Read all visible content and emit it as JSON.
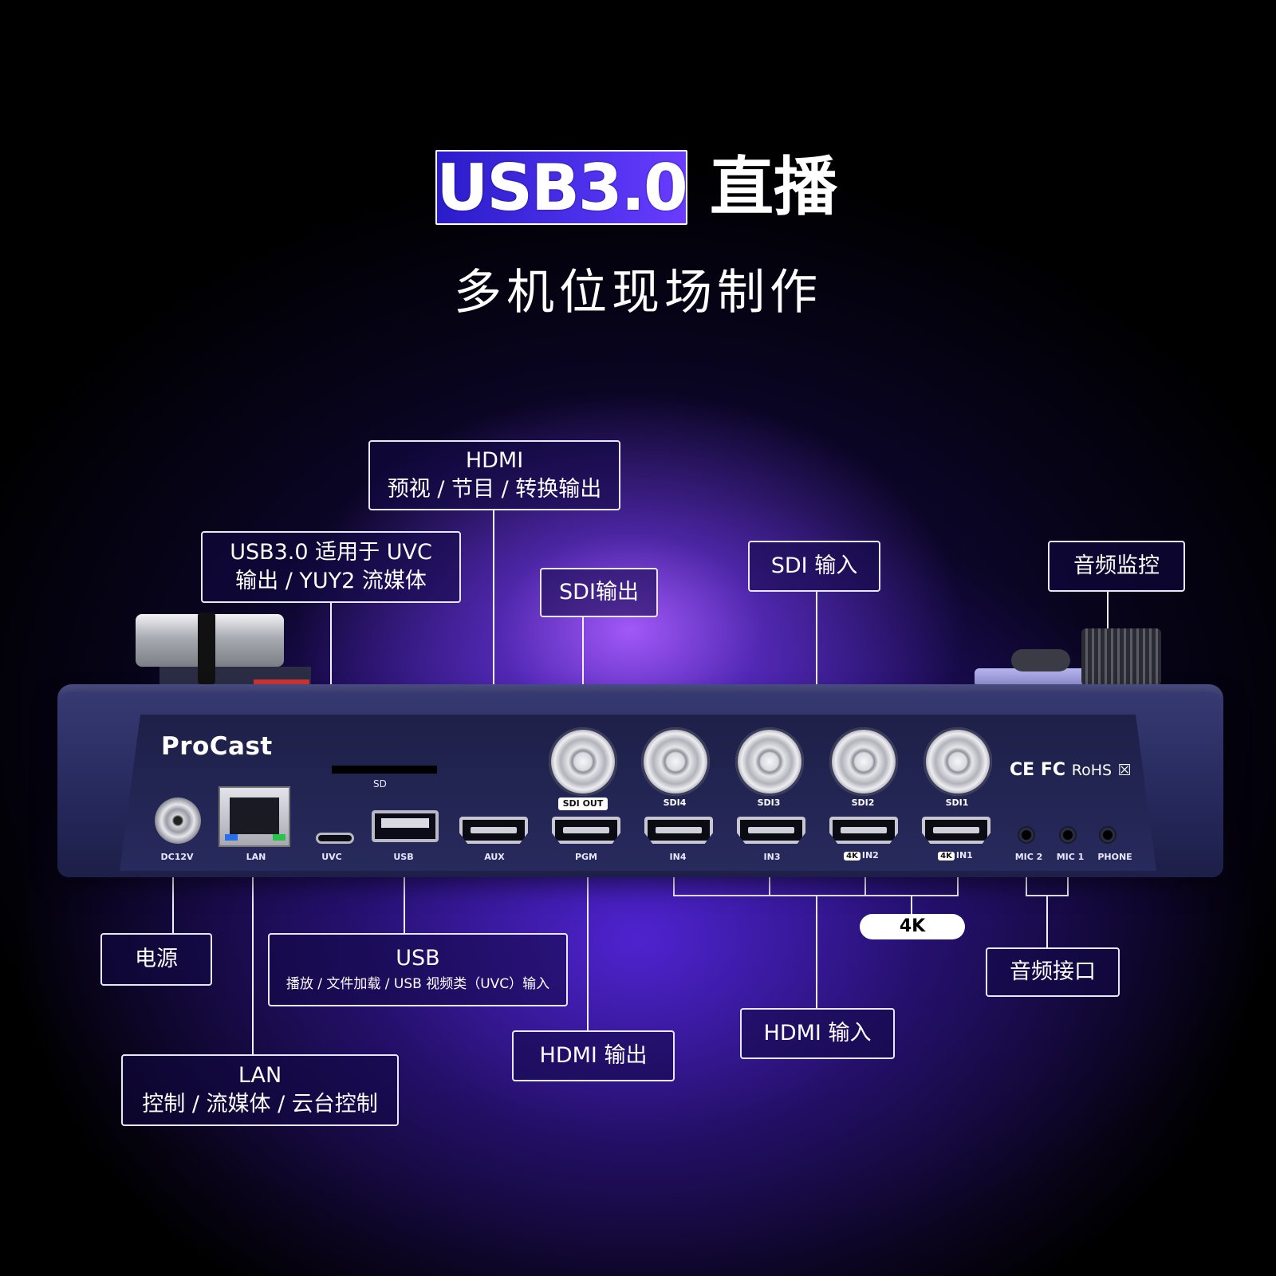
{
  "heading": {
    "badge": "USB3.0",
    "title": "直播",
    "subtitle": "多机位现场制作"
  },
  "device": {
    "brand": "ProCast",
    "sd_label": "SD",
    "certifications": {
      "ce": "CE",
      "fc": "FC",
      "rohs": "RoHS",
      "weee": "☒"
    },
    "ports": {
      "dc": "DC12V",
      "lan": "LAN",
      "uvc": "UVC",
      "usb": "USB",
      "aux": "AUX",
      "pgm": "PGM",
      "in4": "IN4",
      "in3": "IN3",
      "in2": "IN2",
      "in1": "IN1",
      "badge_4k": "4K",
      "mic2": "MIC 2",
      "mic1": "MIC 1",
      "phone": "PHONE",
      "sdi_out": "SDI OUT",
      "sdi4": "SDI4",
      "sdi3": "SDI3",
      "sdi2": "SDI2",
      "sdi1": "SDI1"
    }
  },
  "labels": {
    "hdmi_preview": {
      "line1": "HDMI",
      "line2": "预视 / 节目 / 转换输出"
    },
    "usb30": {
      "line1": "USB3.0 适用于 UVC",
      "line2": "输出 / YUY2 流媒体"
    },
    "sdi_output": "SDI输出",
    "sdi_input": "SDI 输入",
    "audio_monitor": "音频监控",
    "power": "电源",
    "usb": {
      "line1": "USB",
      "line2": "播放 / 文件加载 / USB 视频类（UVC）输入"
    },
    "lan": {
      "line1": "LAN",
      "line2": "控制 / 流媒体 / 云台控制"
    },
    "hdmi_output": "HDMI 输出",
    "hdmi_input": "HDMI 输入",
    "audio_interface": "音频接口",
    "pill_4k": "4K"
  }
}
